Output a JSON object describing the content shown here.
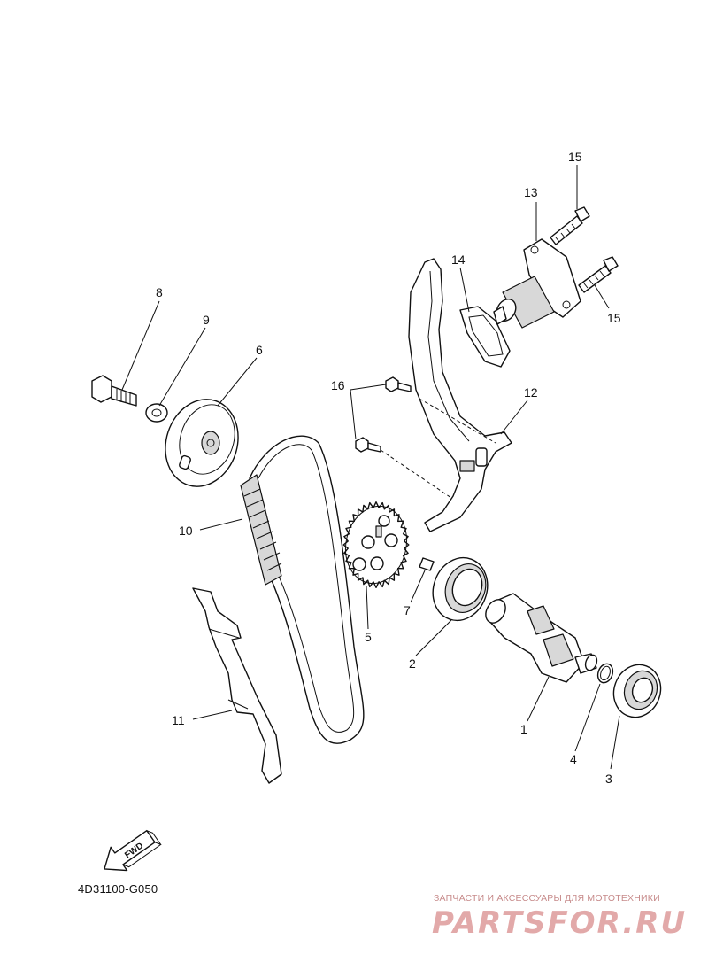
{
  "diagram": {
    "code": "4D31100-G050",
    "fwd_label": "FWD",
    "callouts": {
      "c1": "1",
      "c2": "2",
      "c3": "3",
      "c4": "4",
      "c5": "5",
      "c6": "6",
      "c7": "7",
      "c8": "8",
      "c9": "9",
      "c10": "10",
      "c11": "11",
      "c12": "12",
      "c13": "13",
      "c14": "14",
      "c15a": "15",
      "c15b": "15",
      "c16": "16"
    }
  },
  "watermark": {
    "caption": "ЗАПЧАСТИ И АКСЕССУАРЫ ДЛЯ МОТОТЕХНИКИ",
    "logo_text": "PARTSFOR.RU",
    "color": "#e2a9a9"
  }
}
